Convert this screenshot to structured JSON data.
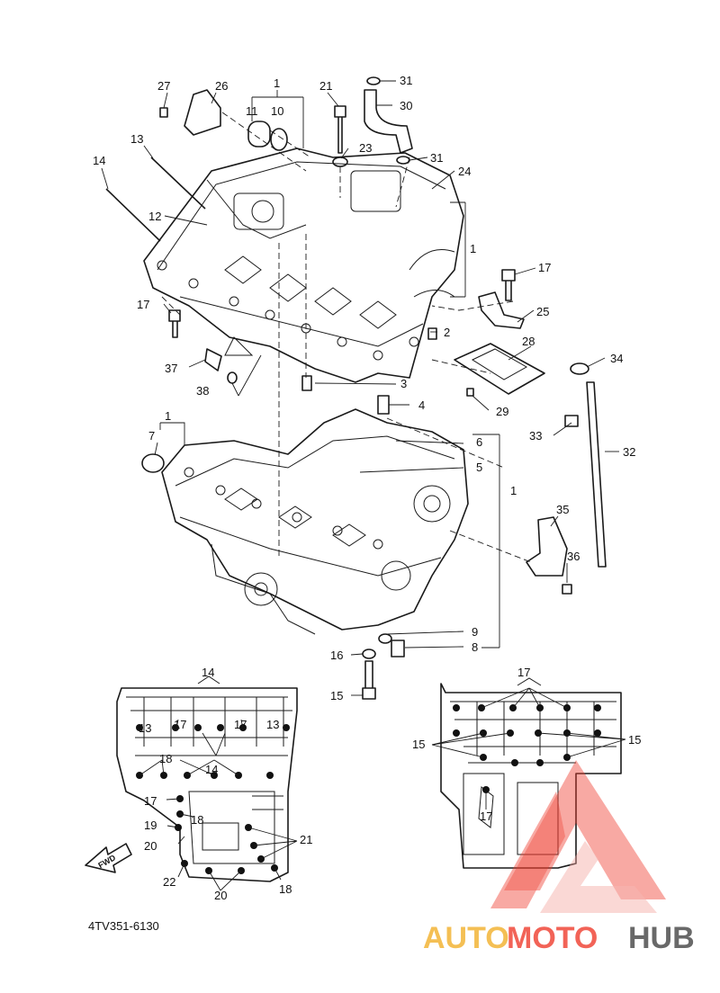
{
  "labels": {
    "p1_top": "1",
    "p10": "10",
    "p11": "11",
    "p26": "26",
    "p27": "27",
    "p21_top": "21",
    "p31_top": "31",
    "p30": "30",
    "p23": "23",
    "p31_mid": "31",
    "p24": "24",
    "p13": "13",
    "p14": "14",
    "p12": "12",
    "p1_right": "1",
    "p17_right": "17",
    "p25": "25",
    "p17_left": "17",
    "p2": "2",
    "p28": "28",
    "p34": "34",
    "p37": "37",
    "p3": "3",
    "p38": "38",
    "p29": "29",
    "p4": "4",
    "p1_mid": "1",
    "p7": "7",
    "p6": "6",
    "p33": "33",
    "p32": "32",
    "p5": "5",
    "p1_low": "1",
    "p35": "35",
    "p36": "36",
    "p9": "9",
    "p8": "8",
    "p16": "16",
    "p15": "15",
    "i1_14": "14",
    "i1_13a": "13",
    "i1_17a": "17",
    "i1_17b": "17",
    "i1_13b": "13",
    "i1_18a": "18",
    "i1_14b": "14",
    "i1_17c": "17",
    "i1_18b": "18",
    "i1_19": "19",
    "i1_20a": "20",
    "i1_21": "21",
    "i1_22": "22",
    "i1_20b": "20",
    "i1_18c": "18",
    "i2_17": "17",
    "i2_15a": "15",
    "i2_15b": "15",
    "i2_17b": "17"
  },
  "fwd_label": "FWD",
  "diagram_code": "4TV351-6130",
  "watermark": {
    "part1": "AUTO",
    "part2": "MOTO",
    "part3": "HUB",
    "colors": {
      "auto": "#f2b02a",
      "moto": "#ef3d2e",
      "hub": "#444444"
    }
  }
}
